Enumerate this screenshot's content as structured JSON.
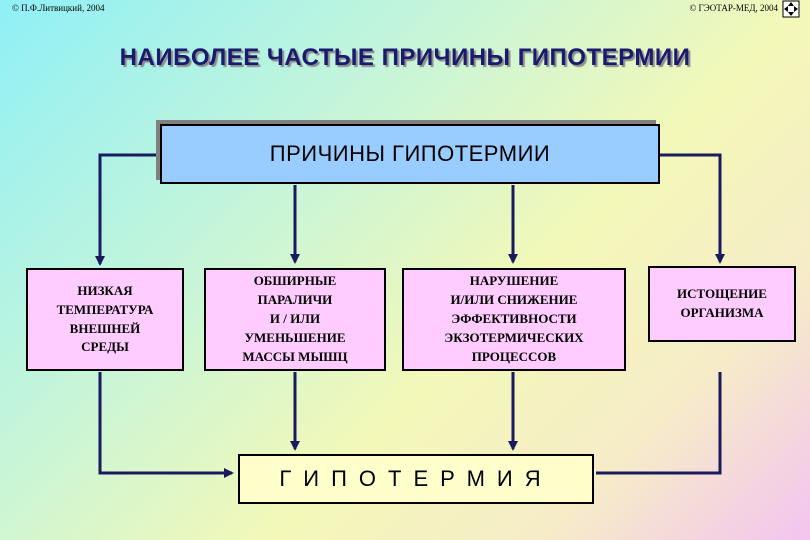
{
  "header": {
    "copyright_left": "© П.Ф.Литвицкий, 2004",
    "copyright_right": "© ГЭОТАР-МЕД, 2004",
    "nav_icon": "navigation-icon"
  },
  "title": "НАИБОЛЕЕ  ЧАСТЫЕ  ПРИЧИНЫ  ГИПОТЕРМИИ",
  "diagram": {
    "top": "ПРИЧИНЫ  ГИПОТЕРМИИ",
    "causes": [
      "НИЗКАЯ\nТЕМПЕРАТУРА\nВНЕШНЕЙ\nСРЕДЫ",
      "ОБШИРНЫЕ\nПАРАЛИЧИ\nИ / ИЛИ\nУМЕНЬШЕНИЕ\nМАССЫ  МЫШЦ",
      "НАРУШЕНИЕ\nИ/ИЛИ  СНИЖЕНИЕ\nЭФФЕКТИВНОСТИ\nЭКЗОТЕРМИЧЕСКИХ\nПРОЦЕССОВ",
      "ИСТОЩЕНИЕ\nОРГАНИЗМА"
    ],
    "result": "ГИПОТЕРМИЯ"
  },
  "colors": {
    "top_box": "#99ccff",
    "cause_box": "#ffccff",
    "result_box": "#ffffcc",
    "arrow": "#1a1a5e"
  }
}
